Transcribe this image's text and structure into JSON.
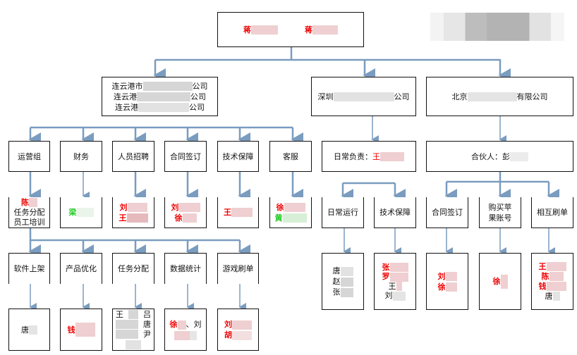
{
  "root": {
    "left_name": "蒋",
    "right_name": "蒋"
  },
  "companies": {
    "lianyungang": [
      "连云港市",
      "公司",
      "连云港",
      "公司",
      "连云港",
      "公司"
    ],
    "shenzhen": {
      "prefix": "深圳",
      "suffix": "公司"
    },
    "beijing": {
      "prefix": "北京",
      "suffix": "有限公司"
    }
  },
  "lyg_depts": [
    "运营组",
    "财务",
    "人员招聘",
    "合同签订",
    "技术保障",
    "客服"
  ],
  "lyg_people": {
    "ops": {
      "name": "陈",
      "duties": [
        "任务分配",
        "员工培训"
      ]
    },
    "finance": "梁",
    "recruit": [
      "刘",
      "王"
    ],
    "contract": [
      "刘",
      "徐"
    ],
    "tech": "王",
    "service": [
      "徐",
      "黄"
    ]
  },
  "ops_subgroups": [
    "软件上架",
    "产品优化",
    "任务分配",
    "数据统计",
    "游戏刷单"
  ],
  "ops_people": {
    "software": "唐",
    "product": "钱",
    "task": [
      "王",
      "吕",
      "唐",
      "尹"
    ],
    "stats": [
      "徐",
      "、刘"
    ],
    "game": [
      "刘",
      "胡"
    ]
  },
  "shenzhen_lead": {
    "label": "日常负责：",
    "name": "王"
  },
  "shenzhen_depts": [
    "日常运行",
    "技术保障"
  ],
  "shenzhen_people": {
    "daily": [
      "唐",
      "赵",
      "张"
    ],
    "tech": [
      "张",
      "罗",
      "王",
      "刘"
    ]
  },
  "beijing_partner": {
    "label": "合伙人：",
    "name": "彭"
  },
  "beijing_depts": [
    "合同签订",
    "购买苹果账号",
    "相互刷单"
  ],
  "beijing_people": {
    "contract": [
      "刘",
      "徐"
    ],
    "apple": "徐",
    "brush": [
      "王",
      "陈",
      "钱",
      "唐"
    ]
  },
  "colors": {
    "connector": "#7a9cbf",
    "red_name": "#e00000",
    "green_name": "#22cc22"
  }
}
